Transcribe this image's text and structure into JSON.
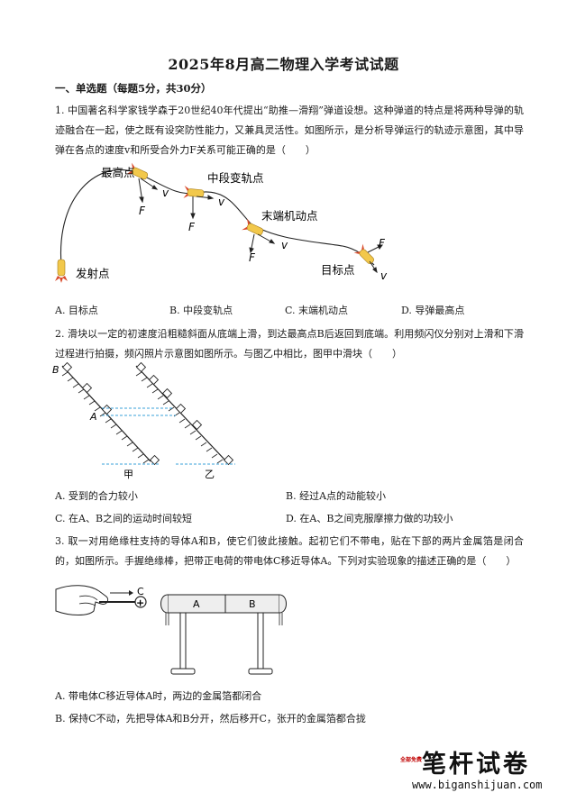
{
  "exam": {
    "title": "2025年8月高二物理入学考试试题",
    "section": "一、单选题（每题5分，共30分）"
  },
  "q1": {
    "stem": "1. 中国著名科学家钱学森于20世纪40年代提出“助推—滑翔”弹道设想。这种弹道的特点是将两种导弹的轨迹融合在一起，使之既有设突防性能力，又兼具灵活性。如图所示，是分析导弹运行的轨迹示意图，其中导弹在各点的速度v和所受合外力F关系可能正确的是（　　）",
    "figure": {
      "launch_label": "发射点",
      "top_label": "最高点",
      "mid_label": "中段变轨点",
      "end_label": "末端机动点",
      "target_label": "目标点",
      "v_label": "v",
      "f_label": "F"
    },
    "options": [
      "A. 目标点",
      "B. 中段变轨点",
      "C. 末端机动点",
      "D. 导弹最高点"
    ]
  },
  "q2": {
    "stem": "2. 滑块以一定的初速度沿粗糙斜面从底端上滑，到达最高点B后返回到底端。利用频闪仪分别对上滑和下滑过程进行拍摄，频闪照片示意图如图所示。与图乙中相比，图甲中滑块（　　）",
    "figure": {
      "label_b": "B",
      "label_a": "A",
      "label_jia": "甲",
      "label_yi": "乙"
    },
    "options": [
      "A. 受到的合力较小",
      "B. 经过A点的动能较小",
      "C. 在A、B之间的运动时间较短",
      "D. 在A、B之间克服摩擦力做的功较小"
    ]
  },
  "q3": {
    "stem": "3. 取一对用绝缘柱支持的导体A和B，使它们彼此接触。起初它们不带电，贴在下部的两片金属箔是闭合的，如图所示。手握绝缘棒，把带正电荷的带电体C移近导体A。下列对实验现象的描述正确的是（　　）",
    "figure": {
      "label_c": "C",
      "label_plus": "+",
      "label_a": "A",
      "label_b": "B"
    },
    "options": [
      "A. 带电体C移近导体A时，两边的金属箔都闭合",
      "B. 保持C不动，先把导体A和B分开，然后移开C，张开的金属箔都合拢"
    ]
  },
  "watermark": {
    "main": "笔杆试卷",
    "tag": "全部免费",
    "url": "www.biganshijuan.com"
  },
  "colors": {
    "missile_body": "#f2c84b",
    "missile_flame": "#d94a2b",
    "dashed_line": "#3aa0d8",
    "watermark_tag": "#c00000"
  }
}
